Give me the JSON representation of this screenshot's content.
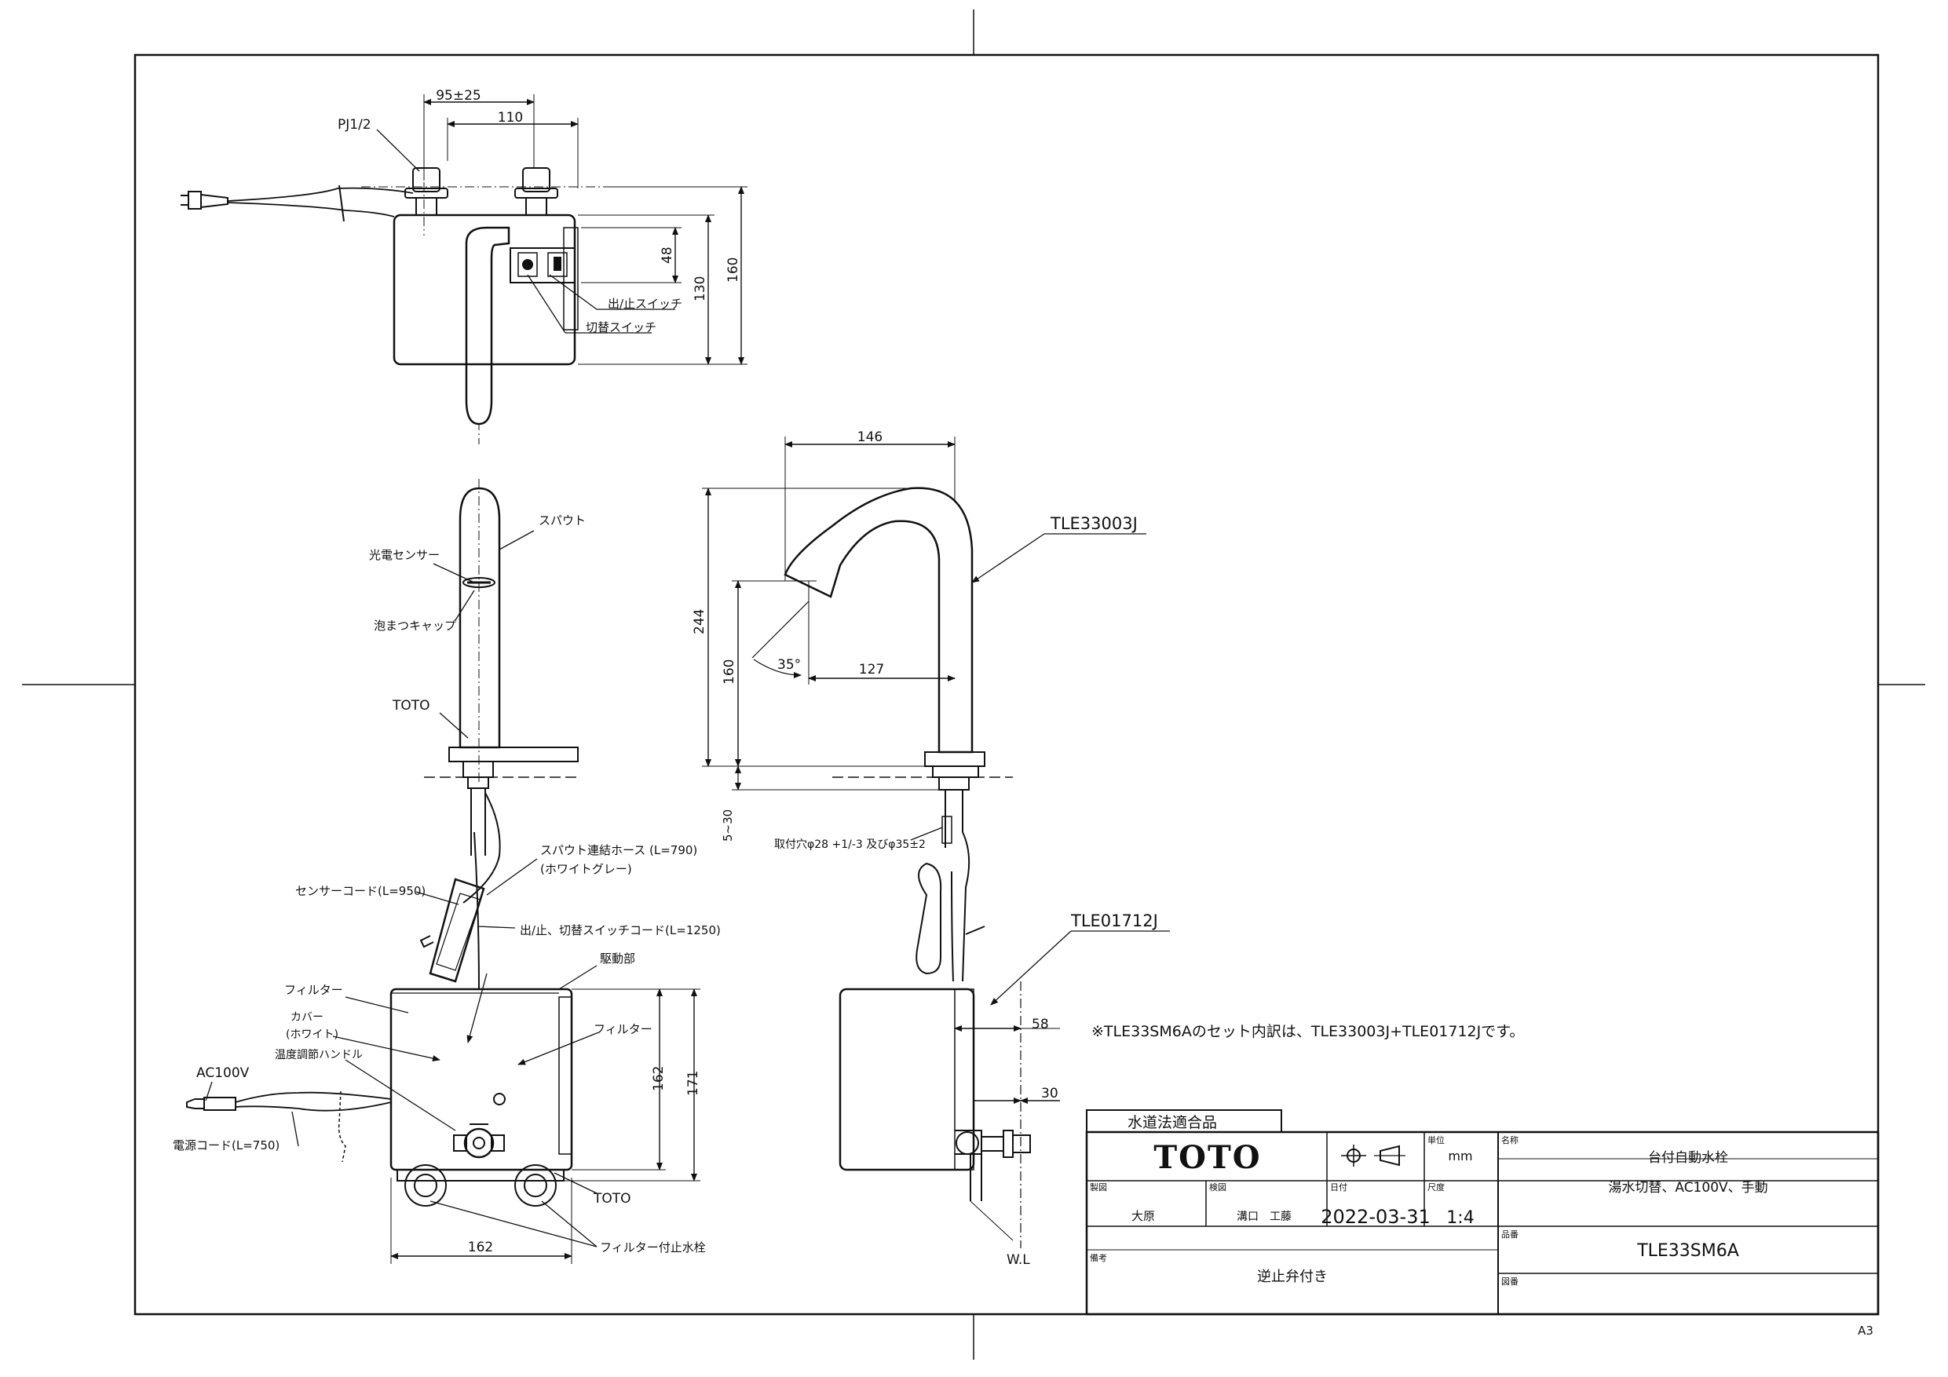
{
  "drawing": {
    "callouts": {
      "pj": "PJ1/2",
      "run_stop_switch": "出/止スイッチ",
      "change_switch": "切替スイッチ",
      "spout": "スパウト",
      "photo_sensor": "光電センサー",
      "bubble_cap": "泡まつキャップ",
      "toto_logo_label": "TOTO",
      "hose": "スパウト連結ホース (L=790)",
      "hose_color": "(ホワイトグレー)",
      "sensor_cord": "センサーコード(L=950)",
      "switch_cord": "出/止、切替スイッチコード(L=1250)",
      "filter_left": "フィルター",
      "drive_unit": "駆動部",
      "cover": "カバー",
      "cover_color": "(ホワイト)",
      "filter_right": "フィルター",
      "temp_handle": "温度調節ハンドル",
      "ac100v": "AC100V",
      "power_cord": "電源コード(L=750)",
      "toto_bottom": "TOTO",
      "filter_valve": "フィルター付止水栓",
      "model_spout": "TLE33003J",
      "model_unit": "TLE01712J",
      "mount_hole": "取付穴φ28 +1/-3 及びφ35±2",
      "set_note": "※TLE33SM6Aのセット内訳は、TLE33003J+TLE01712Jです。",
      "wl": "W.L"
    },
    "dimensions": {
      "d95": "95±25",
      "d110": "110",
      "d48": "48",
      "d130": "130",
      "d160_top": "160",
      "d146": "146",
      "d244": "244",
      "d160_side": "160",
      "d35deg": "35°",
      "d127": "127",
      "d5_30": "5~30",
      "d58": "58",
      "d30": "30",
      "d162_v": "162",
      "d171": "171",
      "d162_h": "162"
    }
  },
  "title_block": {
    "cert": "水道法適合品",
    "brand": "TOTO",
    "unit_label": "単位",
    "unit": "mm",
    "name_label": "名称",
    "name": "台付自動水栓",
    "spec": "湯水切替、AC100V、手動",
    "drawn_label": "製図",
    "drawn_by": "大原",
    "checked_label": "検図",
    "checked_by": "溝口　工藤",
    "date_label": "日付",
    "date": "2022-03-31",
    "scale_label": "尺度",
    "scale": "1:4",
    "part_label": "品番",
    "part": "TLE33SM6A",
    "note_label": "備考",
    "note": "逆止弁付き",
    "drawing_no_label": "図番",
    "sheet_size": "A3"
  }
}
